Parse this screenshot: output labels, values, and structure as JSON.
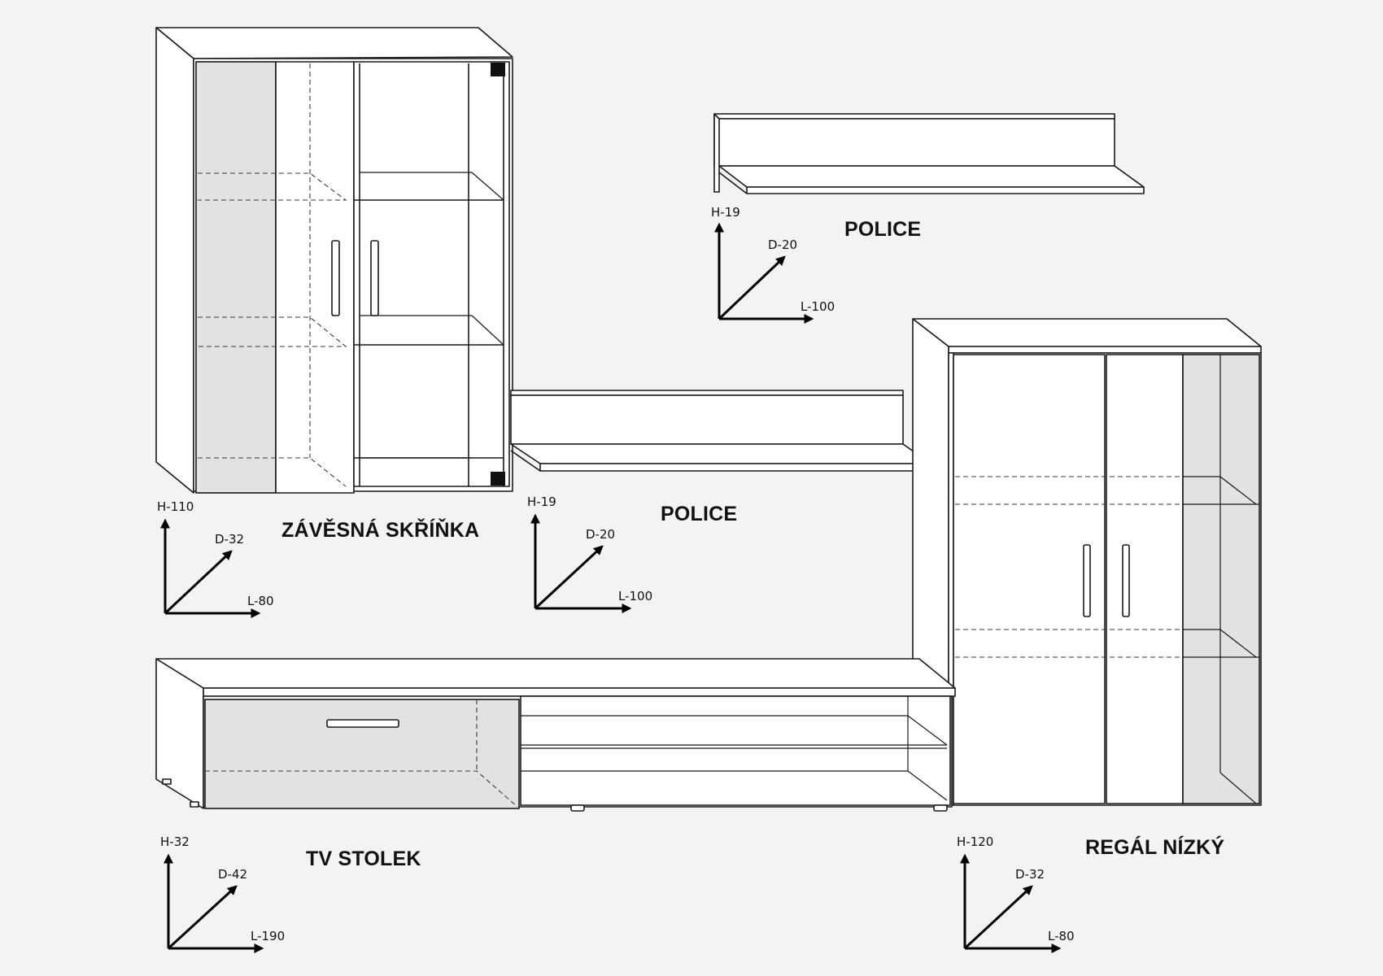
{
  "pieces": [
    {
      "id": "wall-cabinet",
      "title": "ZÁVĚSNÁ SKŘÍŇKA",
      "height": "H-110",
      "depth": "D-32",
      "length": "L-80"
    },
    {
      "id": "shelf-upper",
      "title": "POLICE",
      "height": "H-19",
      "depth": "D-20",
      "length": "L-100"
    },
    {
      "id": "shelf-middle",
      "title": "POLICE",
      "height": "H-19",
      "depth": "D-20",
      "length": "L-100"
    },
    {
      "id": "tv-stand",
      "title": "TV STOLEK",
      "height": "H-32",
      "depth": "D-42",
      "length": "L-190"
    },
    {
      "id": "low-cabinet",
      "title": "REGÁL NÍZKÝ",
      "height": "H-120",
      "depth": "D-32",
      "length": "L-80"
    }
  ],
  "colors": {
    "background": "#f3f3f3",
    "panel": "#ffffff",
    "glass": "#e2e2e2",
    "line": "#1a1a1a"
  }
}
